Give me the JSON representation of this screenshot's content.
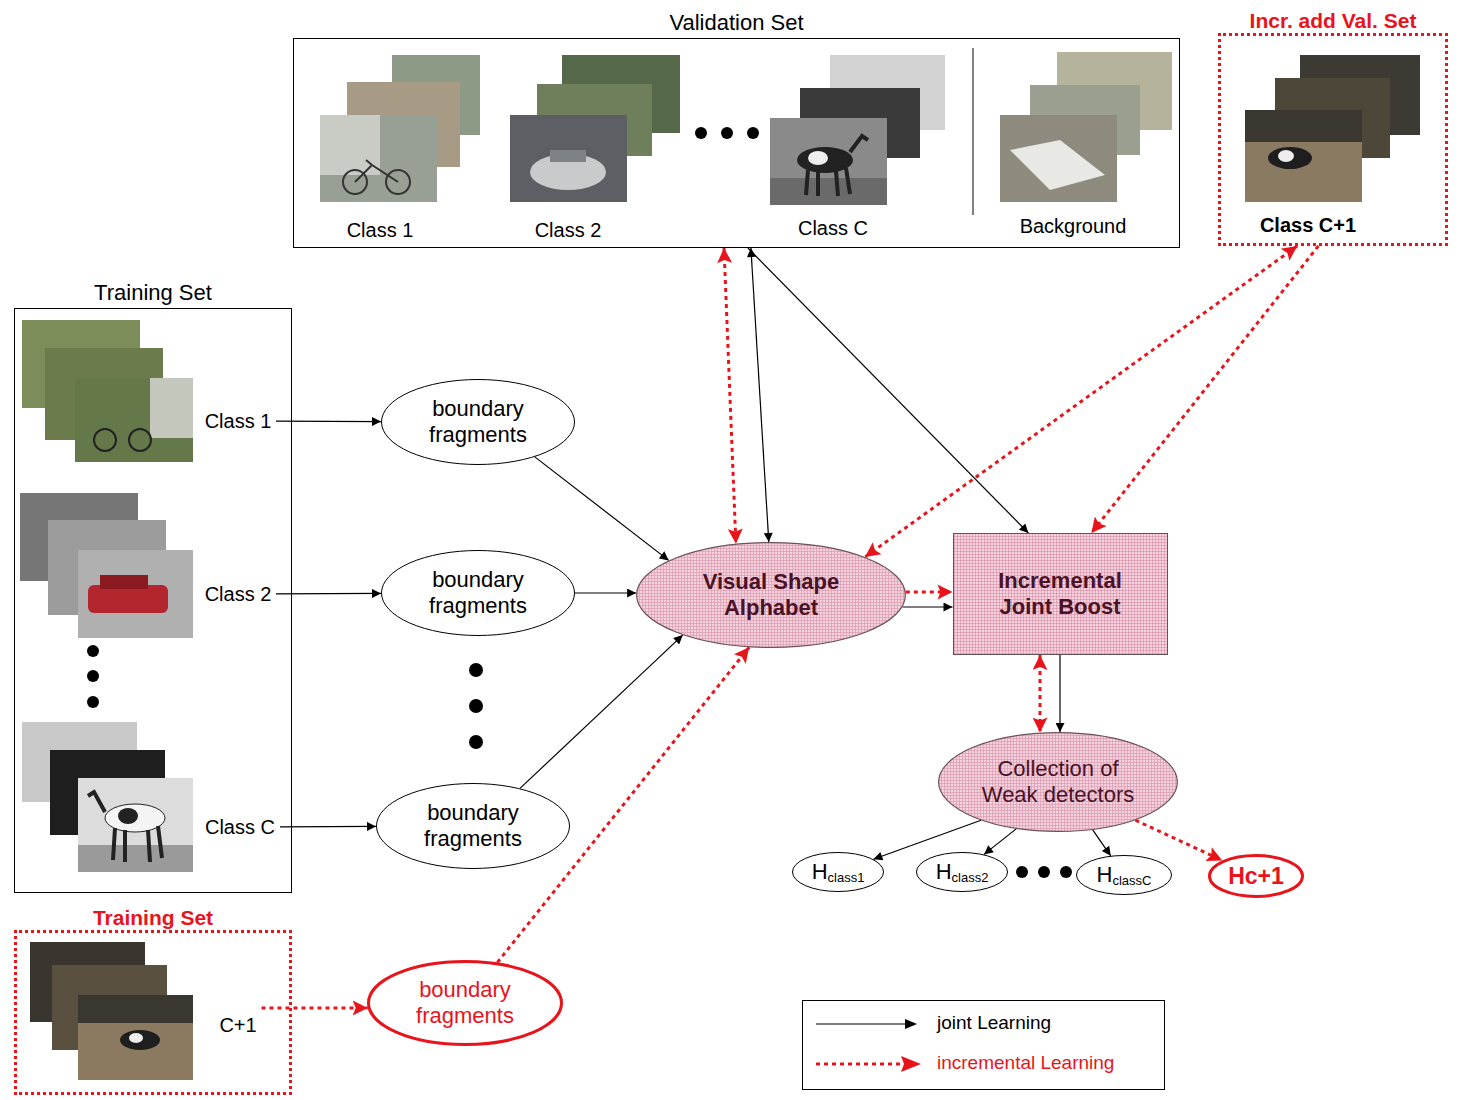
{
  "diagram": {
    "nodes": [
      {
        "text": [
          "Validation Set"
        ]
      },
      {
        "text": [
          "Class 1"
        ],
        "in": 0
      },
      {
        "text": [
          "Class 2"
        ],
        "in": 0
      },
      {
        "text": [
          "Class C"
        ],
        "in": 0
      },
      {
        "text": [
          "Background"
        ],
        "in": 0
      },
      {
        "text": [
          "Incr. add Val. Set"
        ]
      },
      {
        "text": [
          "Class C+1"
        ],
        "in": 5
      },
      {
        "text": [
          "Training Set"
        ]
      },
      {
        "text": [
          "Class 1"
        ],
        "in": 7
      },
      {
        "text": [
          "Class 2"
        ],
        "in": 7
      },
      {
        "text": [
          "Class C"
        ],
        "in": 7
      },
      {
        "text": [
          "Training Set"
        ]
      },
      {
        "text": [
          "C+1"
        ],
        "in": 11
      },
      {
        "text": [
          "boundary fragments"
        ]
      },
      {
        "text": [
          "boundary fragments"
        ]
      },
      {
        "text": [
          "boundary fragments"
        ]
      },
      {
        "text": [
          "boundary fragments"
        ]
      },
      {
        "text": [
          "Visual Shape Alphabet"
        ]
      },
      {
        "text": [
          "Incremental Joint Boost"
        ]
      },
      {
        "text": [
          "Collection of Weak detectors"
        ]
      },
      {
        "text": [
          "H",
          "class1"
        ]
      },
      {
        "text": [
          "H",
          "class2"
        ]
      },
      {
        "text": [
          "H",
          "classC"
        ]
      },
      {
        "text": [
          "Hc+1"
        ]
      }
    ],
    "edges": [
      {
        "from": 8,
        "to": 13,
        "arrow": "to"
      },
      {
        "from": 9,
        "to": 14,
        "arrow": "to"
      },
      {
        "from": 10,
        "to": 15,
        "arrow": "to"
      },
      {
        "from": 13,
        "to": 17,
        "arrow": "to"
      },
      {
        "from": 14,
        "to": 17,
        "arrow": "to"
      },
      {
        "from": 15,
        "to": 17,
        "arrow": "to"
      },
      {
        "from": 12,
        "to": 16,
        "arrow": "to"
      },
      {
        "from": 16,
        "to": 17,
        "arrow": "to"
      },
      {
        "from": 0,
        "to": 17,
        "arrow": "both"
      },
      {
        "from": 0,
        "to": 17,
        "arrow": "both"
      },
      {
        "from": 0,
        "to": 18,
        "arrow": "to"
      },
      {
        "from": 5,
        "to": 17,
        "arrow": "both"
      },
      {
        "from": 5,
        "to": 18,
        "arrow": "to"
      },
      {
        "from": 17,
        "to": 18,
        "arrow": "to"
      },
      {
        "from": 17,
        "to": 18,
        "arrow": "to"
      },
      {
        "from": 18,
        "to": 19,
        "arrow": "to"
      },
      {
        "from": 18,
        "to": 19,
        "arrow": "both"
      },
      {
        "from": 19,
        "to": 20,
        "arrow": "to"
      },
      {
        "from": 19,
        "to": 21,
        "arrow": "to"
      },
      {
        "from": 19,
        "to": 22,
        "arrow": "to"
      },
      {
        "from": 19,
        "to": 23,
        "arrow": "to"
      }
    ],
    "legend": [
      {
        "text": "joint Learning"
      },
      {
        "text": "incremental Learning"
      }
    ]
  }
}
